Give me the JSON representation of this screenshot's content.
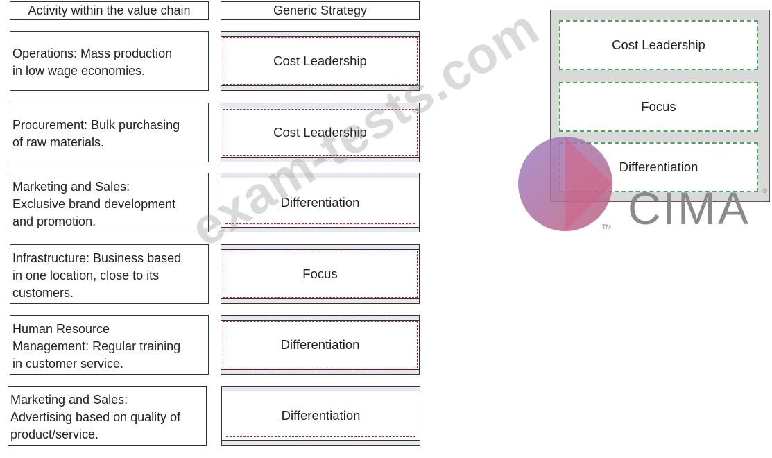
{
  "headers": {
    "activity": "Activity within the value chain",
    "strategy": "Generic Strategy"
  },
  "rows": [
    {
      "activity": [
        "Operations: Mass production",
        "in low wage economies."
      ],
      "answer": "Cost Leadership"
    },
    {
      "activity": [
        "Procurement: Bulk purchasing",
        "of raw materials."
      ],
      "answer": "Cost Leadership"
    },
    {
      "activity": [
        "Marketing and Sales:",
        "Exclusive brand development",
        "and promotion."
      ],
      "answer": "Differentiation"
    },
    {
      "activity": [
        "Infrastructure: Business based",
        "in one location, close to its",
        "customers."
      ],
      "answer": "Focus"
    },
    {
      "activity": [
        "Human Resource",
        "Management: Regular training",
        "in customer service."
      ],
      "answer": "Differentiation"
    },
    {
      "activity": [
        "Marketing and Sales:",
        "Advertising based on quality of",
        "product/service."
      ],
      "answer": "Differentiation"
    }
  ],
  "options": [
    "Cost Leadership",
    "Focus",
    "Differentiation"
  ],
  "watermark": "exam-tests.com",
  "logo": {
    "text": "CIMA",
    "tm": "TM",
    "reg": "®",
    "icon": "cima-logo-icon"
  },
  "colors": {
    "drop_dash": "#dd1111",
    "option_dash": "#3fae4a",
    "pool_bg": "#d9d9d9"
  }
}
